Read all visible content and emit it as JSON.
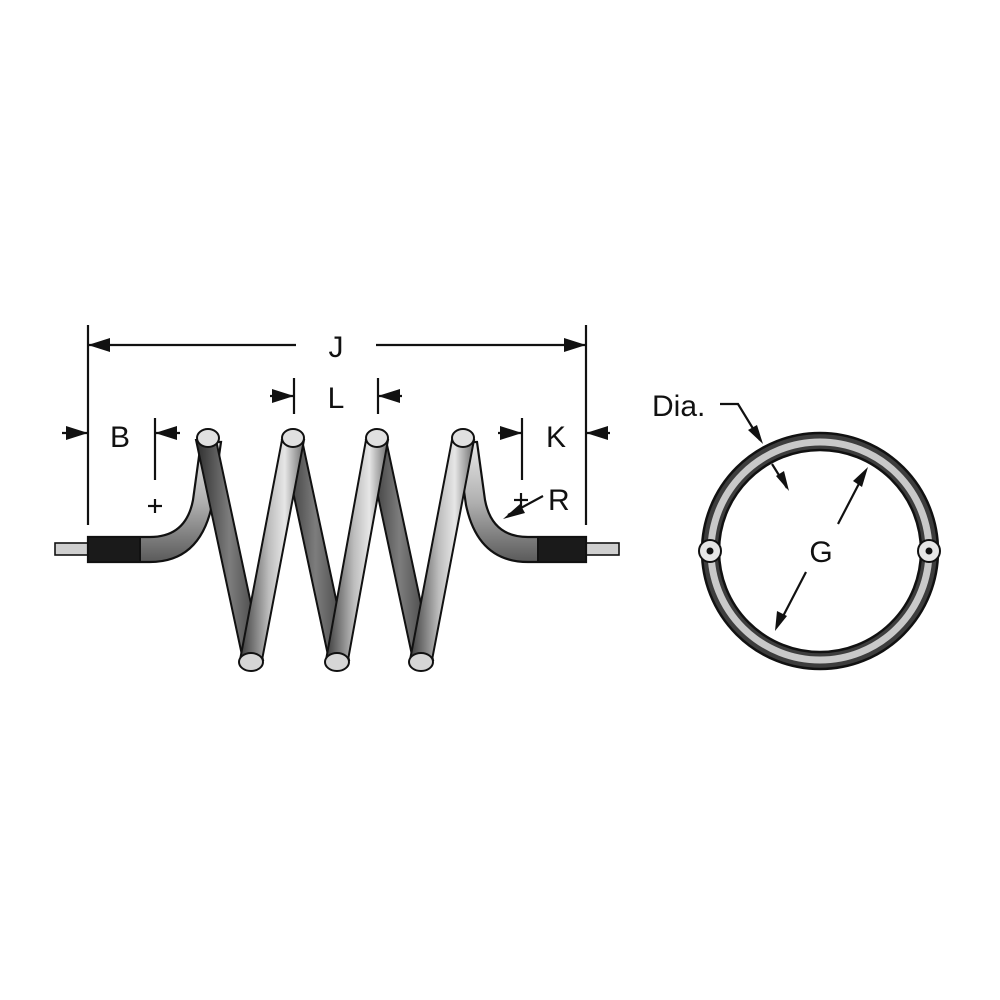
{
  "diagram": {
    "labels": {
      "overall_length": "J",
      "pitch": "L",
      "left_leg": "B",
      "right_leg": "K",
      "bend_radius": "R",
      "inside_diameter": "G",
      "wire_diameter": "Dia."
    },
    "colors": {
      "line": "#111111",
      "coil_dark": "#3a3a3a",
      "coil_mid": "#8a8a8a",
      "coil_light": "#d9d9d9",
      "background": "#ffffff"
    }
  }
}
